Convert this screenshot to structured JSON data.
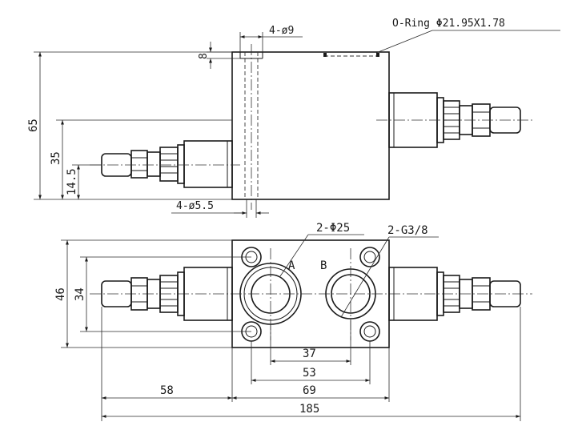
{
  "labels": {
    "oring": "O-Ring Φ21.95X1.78",
    "holes_top": "4-ø9",
    "holes_bottom": "4-ø5.5",
    "ports_dia": "2-Φ25",
    "ports_thread": "2-G3/8",
    "port_a": "A",
    "port_b": "B"
  },
  "dimensions": {
    "d8": "8",
    "d65": "65",
    "d35": "35",
    "d14_5": "14.5",
    "d46": "46",
    "d34": "34",
    "d37": "37",
    "d53": "53",
    "d58": "58",
    "d69": "69",
    "d185": "185"
  }
}
